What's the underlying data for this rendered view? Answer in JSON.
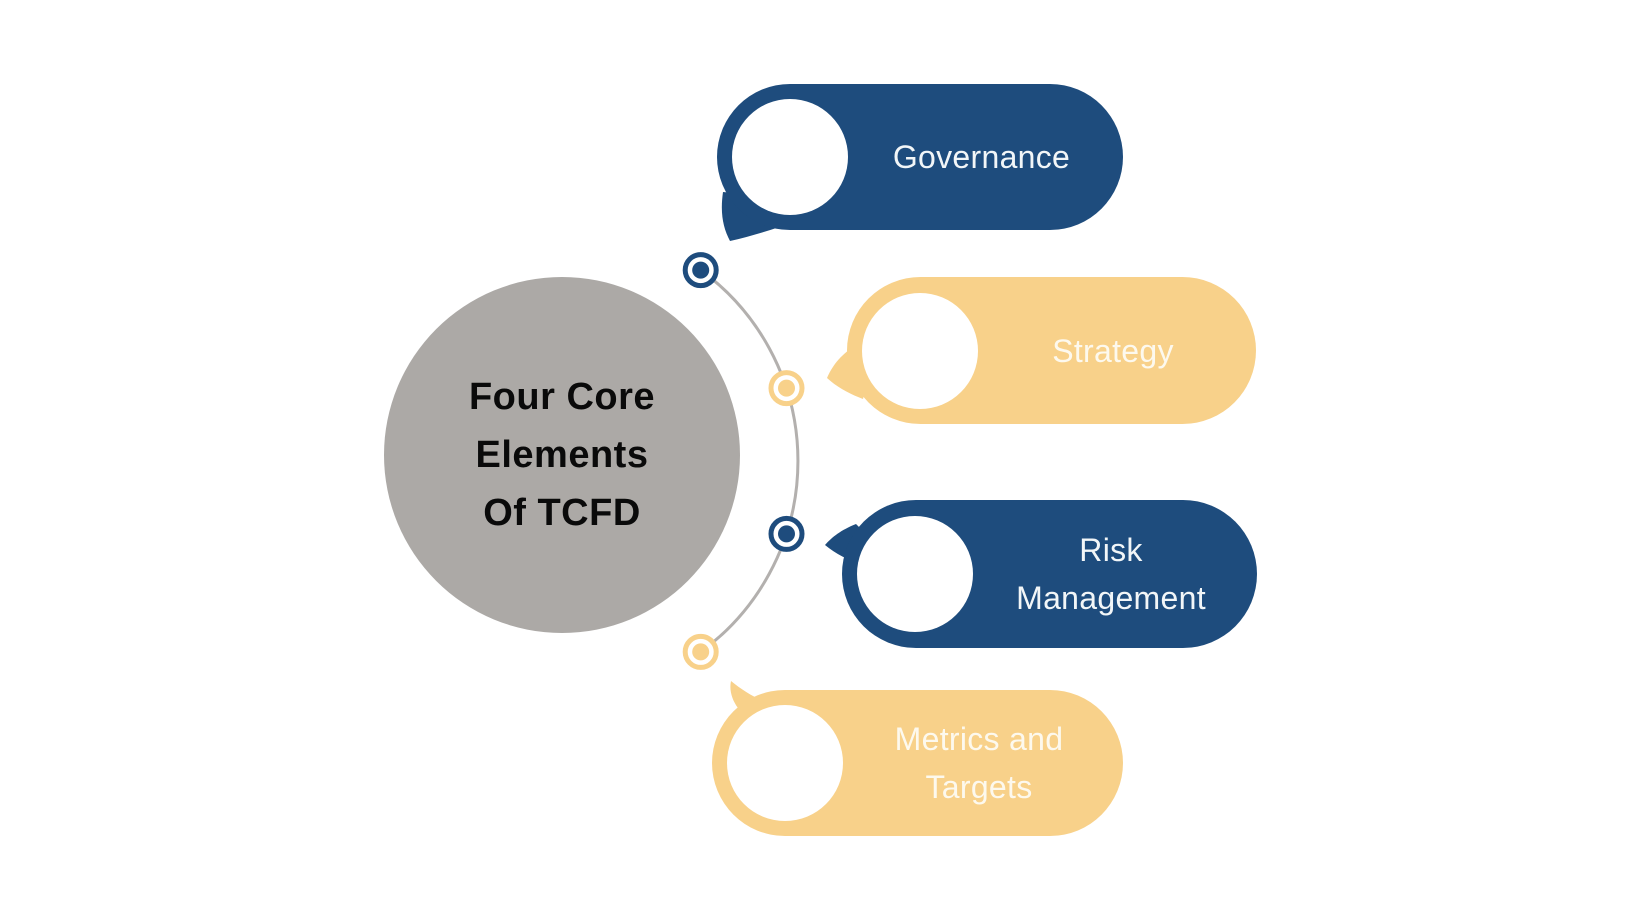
{
  "title": {
    "text": "Four Core Elements Of TCFD",
    "lines": "Four Core\nElements\nOf TCFD"
  },
  "items": [
    {
      "id": "governance",
      "label": "Governance",
      "variant": "navy"
    },
    {
      "id": "strategy",
      "label": "Strategy",
      "variant": "yellow"
    },
    {
      "id": "risk-management",
      "label": "Risk Management",
      "variant": "navy"
    },
    {
      "id": "metrics-and-targets",
      "label": "Metrics and Targets",
      "variant": "yellow"
    }
  ],
  "colors": {
    "navy": "#1E4C7D",
    "yellow": "#F8D18A",
    "circle_gray": "#ACA9A6",
    "arc_gray": "#B3B0AE",
    "background": "#FFFFFF",
    "title_color": "#0A0A0A",
    "label_on_navy": "#F2F6F8",
    "label_on_yellow": "#FDF9EE"
  }
}
